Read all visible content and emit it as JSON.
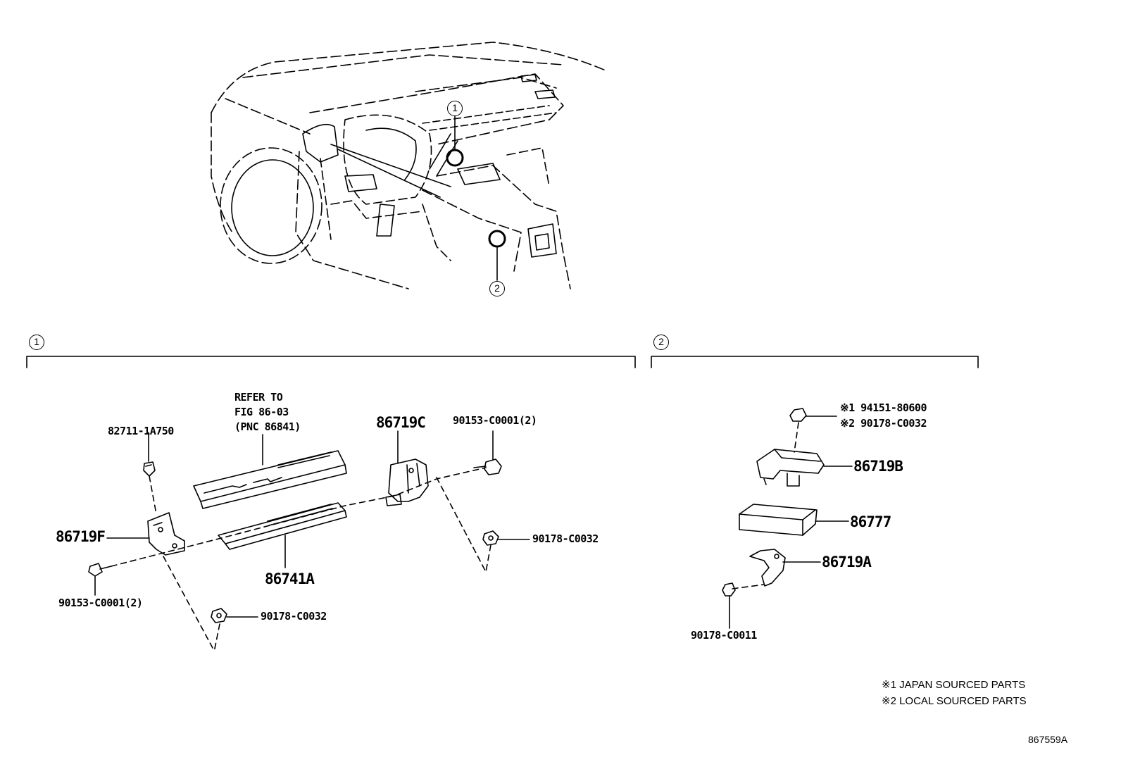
{
  "callouts": {
    "one": "1",
    "two": "2"
  },
  "section1": {
    "refer_line1": "REFER TO",
    "refer_line2": "FIG 86-03",
    "refer_line3": "(PNC 86841)",
    "p_82711": "82711-1A750",
    "p_86719F": "86719F",
    "p_90153_left": "90153-C0001(2)",
    "p_90178_lower": "90178-C0032",
    "p_86741A": "86741A",
    "p_86719C": "86719C",
    "p_90153_right": "90153-C0001(2)",
    "p_90178_right": "90178-C0032"
  },
  "section2": {
    "p_94151": "※1 94151-80600",
    "p_90178_c0032": "※2 90178-C0032",
    "p_86719B": "86719B",
    "p_86777": "86777",
    "p_86719A": "86719A",
    "p_90178_c0011": "90178-C0011"
  },
  "notes": {
    "note1": "※1 JAPAN SOURCED PARTS",
    "note2": "※2 LOCAL SOURCED PARTS"
  },
  "figure_id": "867559A"
}
